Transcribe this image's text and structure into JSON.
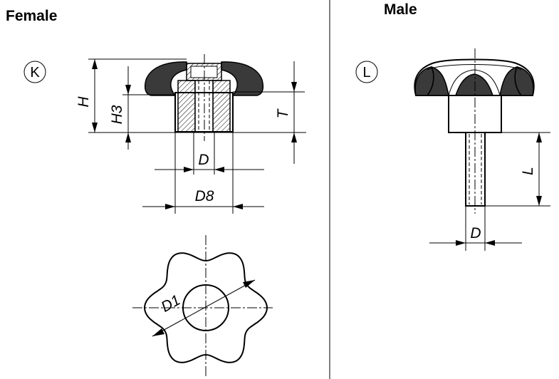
{
  "headings": {
    "female": "Female",
    "male": "Male"
  },
  "variants": {
    "female": "K",
    "male": "L"
  },
  "dimensions": {
    "female": {
      "H": "H",
      "H3": "H3",
      "T": "T",
      "D": "D",
      "D8": "D8",
      "D1": "D1"
    },
    "male": {
      "L": "L",
      "D": "D"
    }
  }
}
